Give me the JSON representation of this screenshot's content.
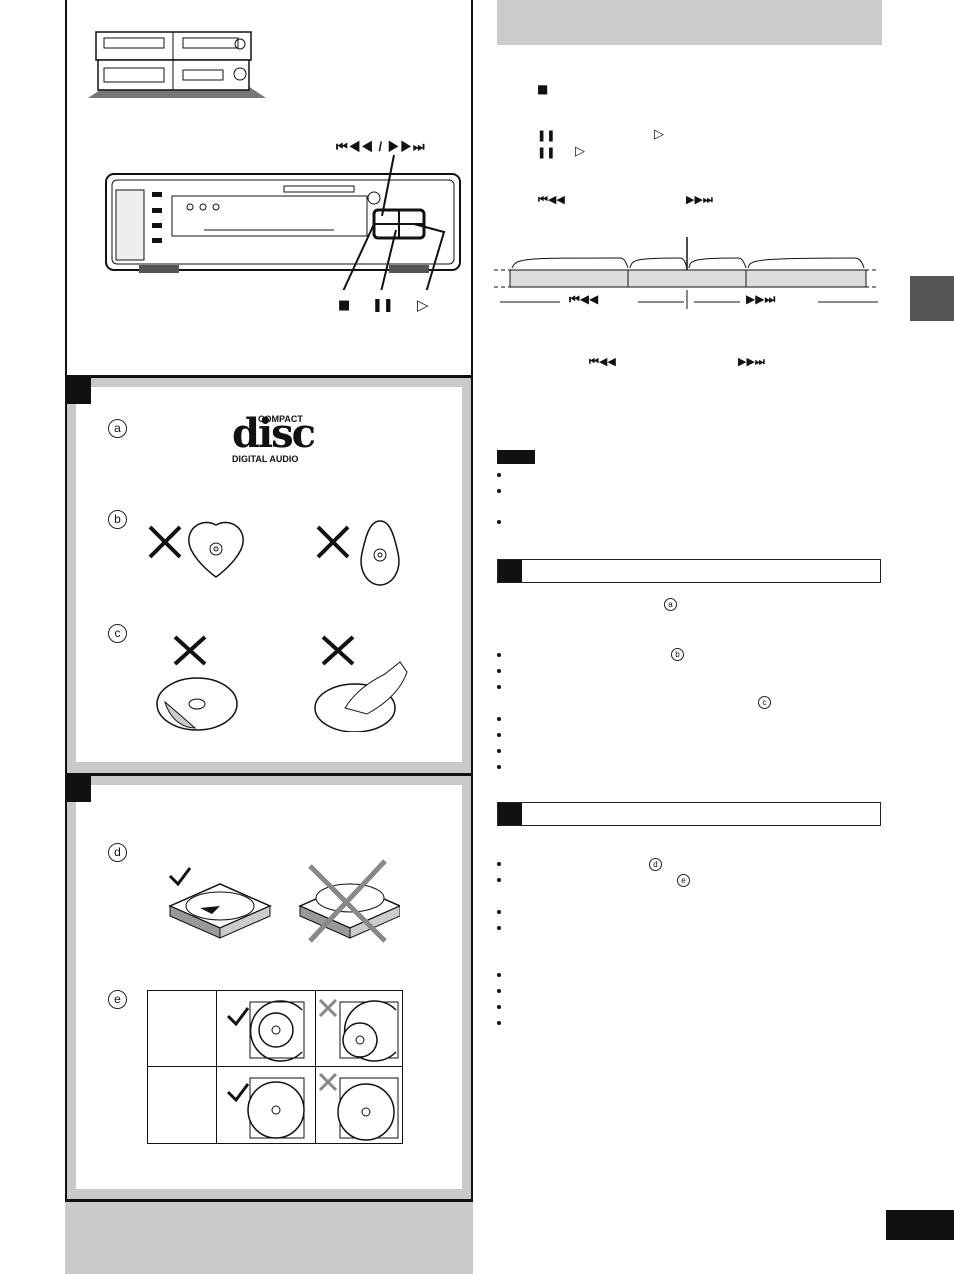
{
  "top_panel": {
    "skip_label": "⏮◀◀ / ▶▶⏭",
    "button_labels": [
      "■",
      "❚❚",
      "▷"
    ]
  },
  "panel_labels": {
    "a": "a",
    "b": "b",
    "c": "c",
    "d": "d",
    "e": "e"
  },
  "cd_logo": {
    "compact": "COMPACT",
    "disc": "disc",
    "digital_audio": "DIGITAL AUDIO"
  },
  "right_column": {
    "stop_symbol": "■",
    "pause_play_line1": [
      "❚❚",
      "▷"
    ],
    "pause_play_line2": [
      "❚❚",
      "▷"
    ],
    "skip_back": "⏮◀◀",
    "skip_fwd": "▶▶⏭",
    "timeline_back": "⏮◀◀",
    "timeline_fwd": "▶▶⏭",
    "search_back": "⏮◀◀",
    "search_fwd": "▶▶⏭",
    "note_label": "",
    "ref_a": "a",
    "ref_b": "b",
    "ref_c": "c",
    "ref_d": "d",
    "ref_e": "e"
  },
  "side_tab_color": "#555555",
  "header_bar_color": "#cccccc"
}
